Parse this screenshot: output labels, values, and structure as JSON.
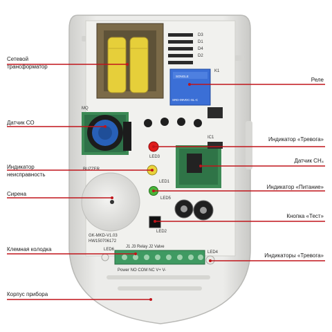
{
  "labels": {
    "transformer": [
      "Сетевой",
      "трансформатор"
    ],
    "co_sensor": "Датчик СО",
    "fault_indicator": [
      "Индикатор",
      "неисправность"
    ],
    "siren": "Сирена",
    "terminal_block": "Клемная колодка",
    "housing": "Корпус прибора",
    "relay": "Реле",
    "alarm_indicator": "Индикатор «Тревога»",
    "ch4_sensor": "Датчик CH₄",
    "power_indicator": "Индикатор «Питание»",
    "test_button": "Кнопка «Тест»",
    "alarm_indicators": "Индикаторы «Тревога»"
  },
  "board_text": {
    "model": "GK-MKD-V1.03",
    "serial": "HW150706172",
    "led1": "LED1",
    "led2": "LED2",
    "led3": "LED3",
    "led4": "LED4",
    "led5": "LED5",
    "led6": "LED6",
    "mq": "MQ",
    "buzzer": "BUZZER",
    "relay_brand": "SONGLE",
    "relay_model": "SRD-09VDC-SL-C",
    "terminal_header": "J1    J3 Relay  J2  Valve",
    "terminal_pins": "Power   NO COM NC   V+   V-",
    "d3": "D3",
    "d1": "D1",
    "d4": "D4",
    "d2": "D2",
    "k1": "K1",
    "ic1": "IC1"
  },
  "colors": {
    "line": "#c0141a",
    "housing": "#e8e8e6",
    "pcb": "#f1f1ee",
    "terminal": "#3f9a62",
    "coil": "#e6cf3a",
    "relay": "#3b6fd6",
    "sensor_blue": "#2860b8"
  }
}
